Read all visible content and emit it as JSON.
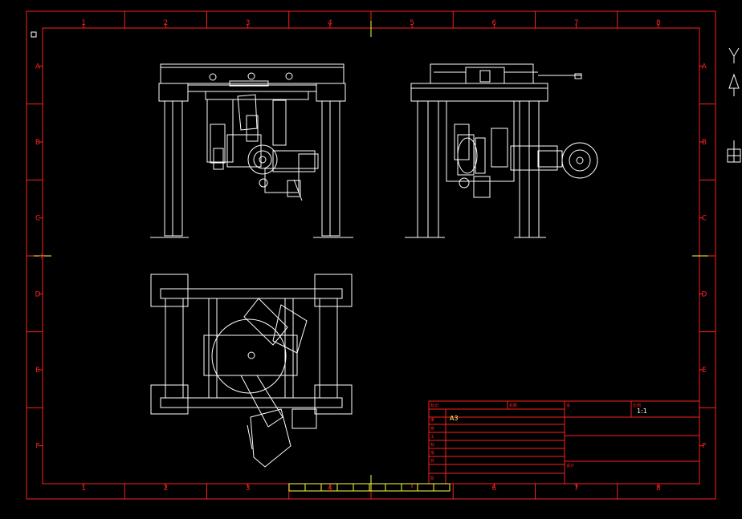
{
  "drawing": {
    "zone_columns": [
      "1",
      "2",
      "3",
      "4",
      "5",
      "6",
      "7",
      "8"
    ],
    "zone_rows": [
      "A",
      "B",
      "C",
      "D",
      "E",
      "F"
    ],
    "colors": {
      "background": "#000000",
      "frame": "#ff2020",
      "geometry": "#ffffff",
      "highlight": "#ffff40"
    }
  },
  "title_block": {
    "cell_label_1": "标记",
    "cell_label_2": "处数",
    "cell_label_3": "设",
    "cell_label_4": "比例",
    "sheet_size": "A3",
    "scale": "1:1",
    "row_labels": [
      "审",
      "校",
      "工",
      "标",
      "批",
      "日",
      "阶"
    ],
    "cell_label_5": "设计"
  },
  "icons": [
    "projection-symbol-icon",
    "triangle-marker-icon",
    "grid-symbol-icon"
  ]
}
